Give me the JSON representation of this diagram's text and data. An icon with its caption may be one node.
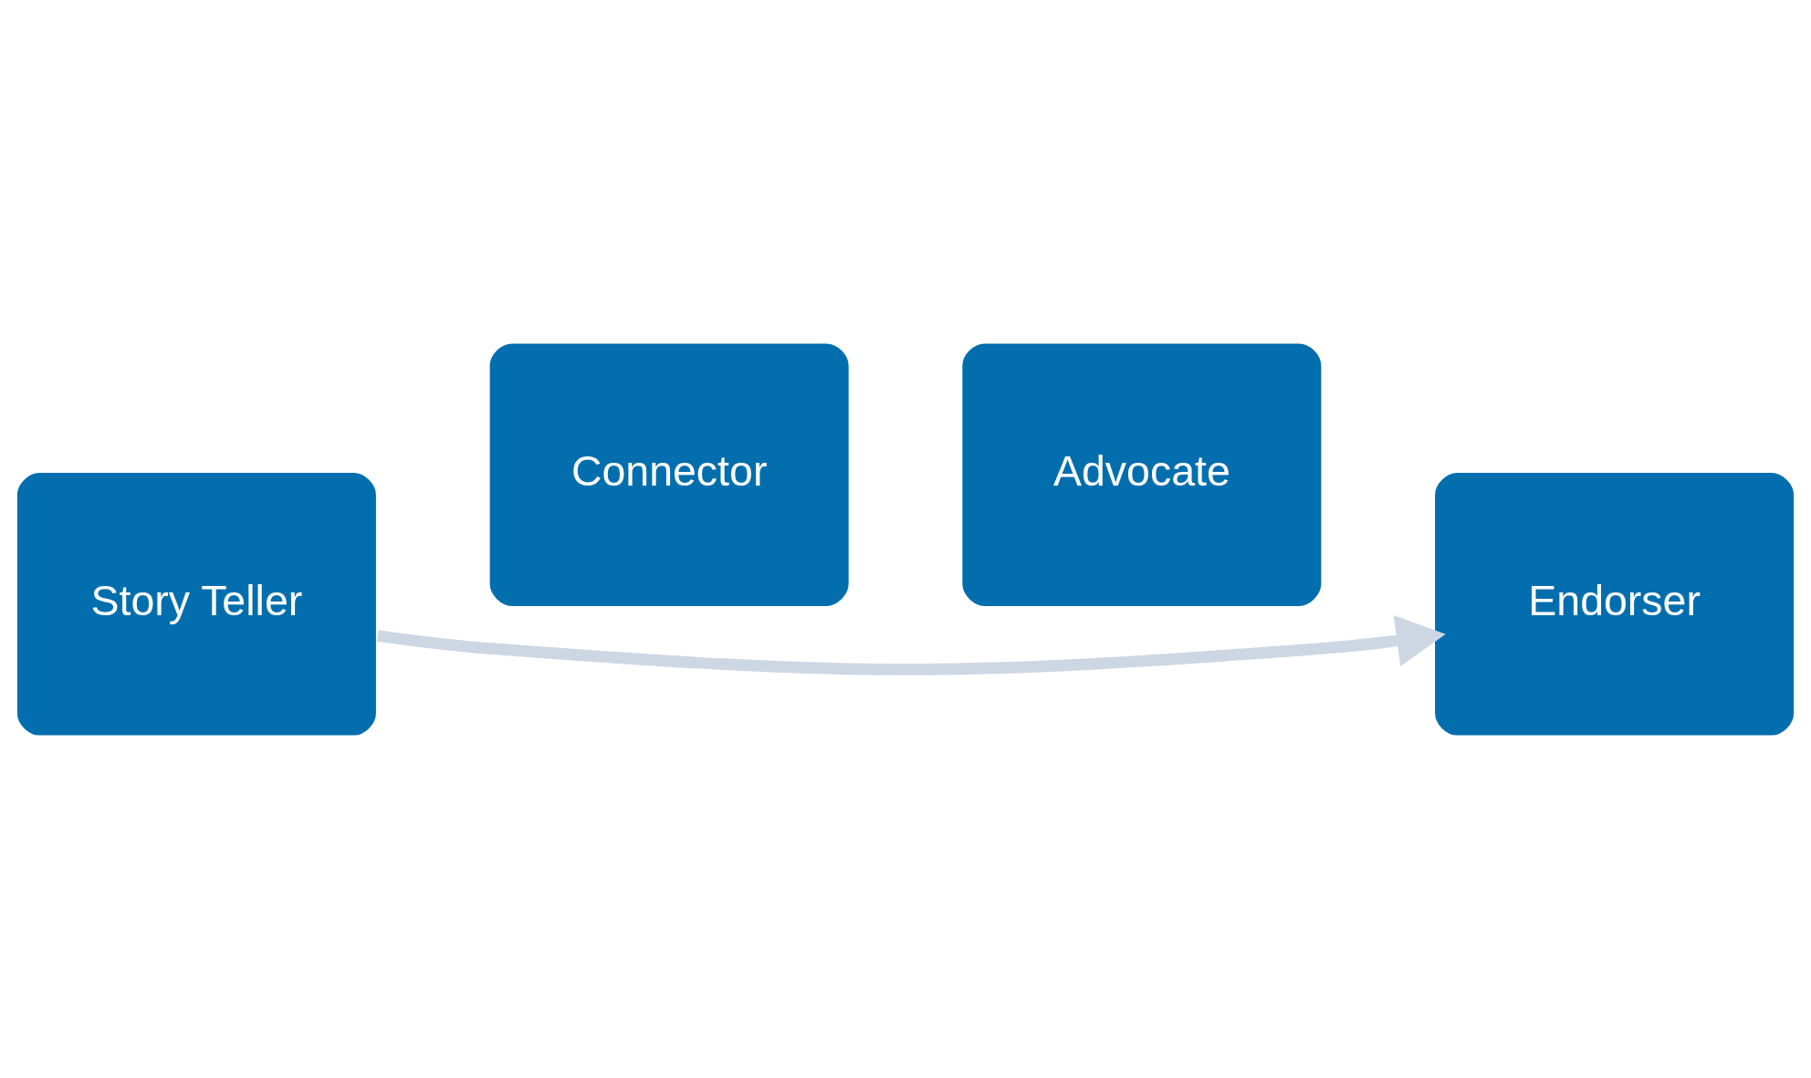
{
  "diagram": {
    "nodes": [
      {
        "text": [
          "Story Teller"
        ]
      },
      {
        "text": [
          "Connector"
        ]
      },
      {
        "text": [
          "Advocate"
        ]
      },
      {
        "text": [
          "Endorser"
        ]
      }
    ],
    "edges": [
      {
        "from": 0,
        "to": 3,
        "arrow": "to",
        "color": "#cdd7e4"
      }
    ]
  }
}
